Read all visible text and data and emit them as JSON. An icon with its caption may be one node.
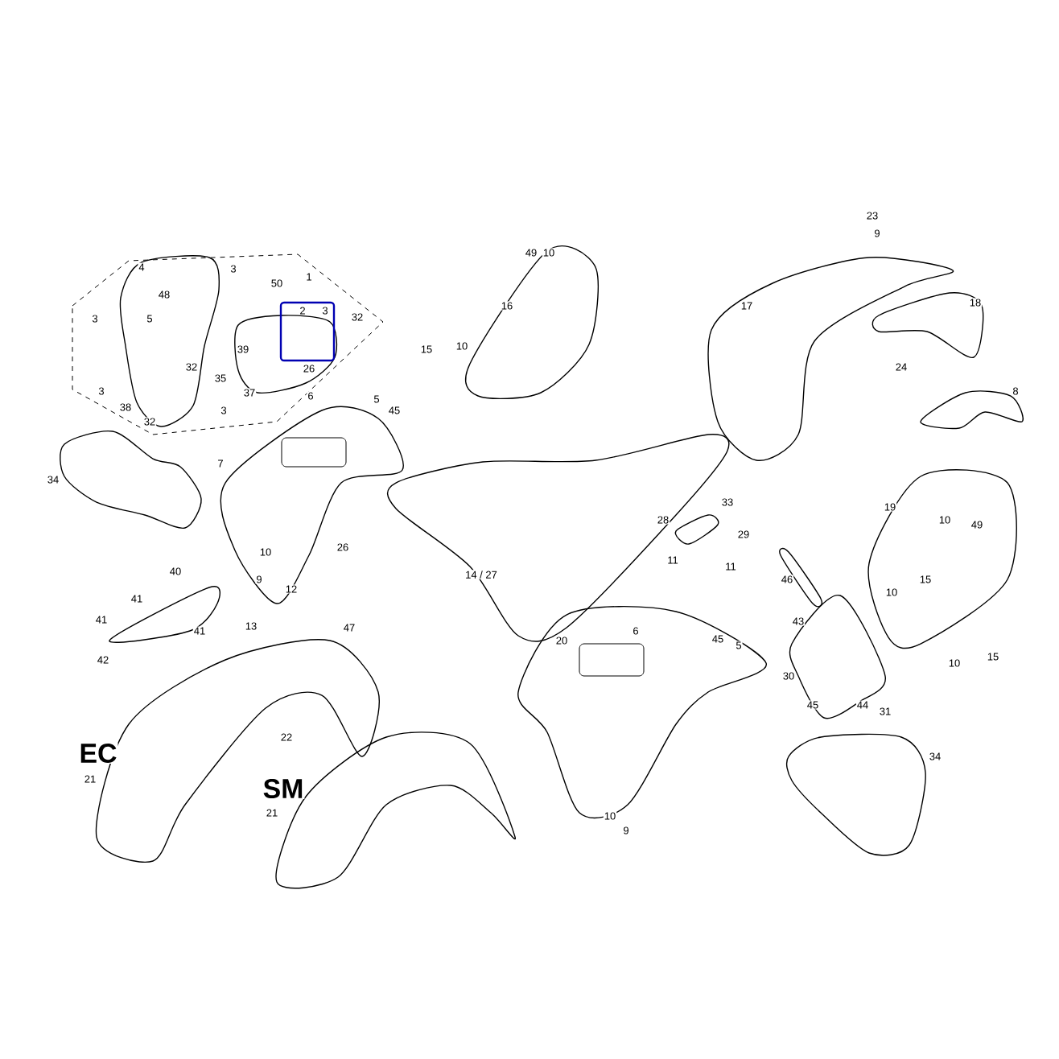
{
  "diagram": {
    "nodes": [
      {
        "text": [
          "1"
        ]
      },
      {
        "text": [
          "2",
          "3"
        ],
        "in": 0
      }
    ],
    "edges": [],
    "labels": [
      "23",
      "9",
      "49",
      "10",
      "4",
      "3",
      "50",
      "48",
      "16",
      "17",
      "18",
      "3",
      "5",
      "32",
      "15",
      "10",
      "39",
      "32",
      "26",
      "24",
      "35",
      "3",
      "37",
      "8",
      "6",
      "5",
      "45",
      "38",
      "3",
      "32",
      "7",
      "34",
      "33",
      "19",
      "28",
      "10",
      "49",
      "29",
      "26",
      "10",
      "11",
      "11",
      "40",
      "14 / 27",
      "9",
      "46",
      "15",
      "10",
      "12",
      "41",
      "41",
      "43",
      "13",
      "47",
      "41",
      "6",
      "20",
      "45",
      "5",
      "15",
      "42",
      "10",
      "30",
      "45",
      "44",
      "31",
      "22",
      "EC",
      "34",
      "21",
      "SM",
      "21",
      "10",
      "9"
    ]
  }
}
